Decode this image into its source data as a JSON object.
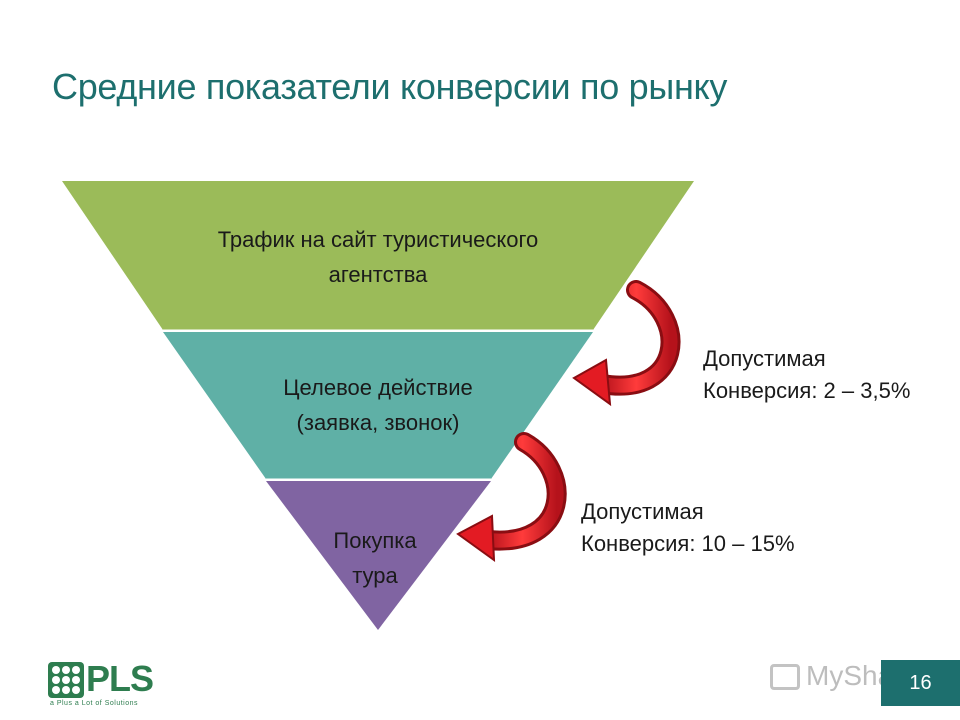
{
  "slide": {
    "title": "Средние показатели конверсии по рынку",
    "page_number": "16"
  },
  "funnel": {
    "levels": [
      {
        "line1": "Трафик на сайт туристического",
        "line2": "агентства",
        "color": "#9bbb59"
      },
      {
        "line1": "Целевое действие",
        "line2": "(заявка, звонок)",
        "color": "#5fb0a6"
      },
      {
        "line1": "Покупка",
        "line2": "тура",
        "color": "#8064a2"
      }
    ],
    "arrow_color": "#e31b23"
  },
  "notes": [
    {
      "line1": "Допустимая",
      "line2": "Конверсия: 2 – 3,5%"
    },
    {
      "line1": "Допустимая",
      "line2": "Конверсия: 10 – 15%"
    }
  ],
  "logo": {
    "text": "PLS",
    "tagline": "a Plus a Lot of Solutions",
    "color": "#2e7d4f"
  },
  "watermark": {
    "text": "MyShared"
  }
}
